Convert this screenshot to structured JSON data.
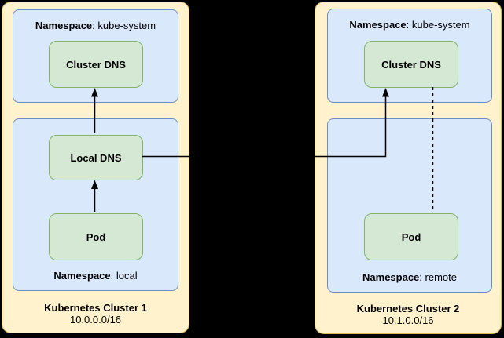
{
  "diagram": {
    "type": "kubernetes-multi-cluster-dns-diagram",
    "colors": {
      "background": "#000000",
      "cluster_fill": "#FFF2CC",
      "cluster_stroke": "#D6B656",
      "namespace_fill": "#DAE8FC",
      "namespace_stroke": "#6C8EBF",
      "node_fill": "#D5E8D4",
      "node_stroke": "#82B366",
      "edge": "#000000",
      "text": "#000000"
    },
    "clusters": [
      {
        "title": "Kubernetes Cluster 1",
        "subnet": "10.0.0.0/16",
        "namespaces": [
          {
            "label": "Namespace",
            "suffix": ": kube-system",
            "name": "kube-system",
            "nodes": [
              {
                "label": "Cluster DNS"
              }
            ]
          },
          {
            "label": "Namespace",
            "suffix": ": local",
            "name": "local",
            "nodes": [
              {
                "label": "Local DNS"
              },
              {
                "label": "Pod"
              }
            ]
          }
        ]
      },
      {
        "title": "Kubernetes Cluster 2",
        "subnet": "10.1.0.0/16",
        "namespaces": [
          {
            "label": "Namespace",
            "suffix": ": kube-system",
            "name": "kube-system",
            "nodes": [
              {
                "label": "Cluster DNS"
              }
            ]
          },
          {
            "label": "Namespace",
            "suffix": ": remote",
            "name": "remote",
            "nodes": [
              {
                "label": "Pod"
              }
            ]
          }
        ]
      }
    ],
    "edges": [
      {
        "from": "cluster1/local/Pod",
        "to": "cluster1/local/Local DNS",
        "style": "solid-arrow"
      },
      {
        "from": "cluster1/local/Local DNS",
        "to": "cluster1/kube-system/Cluster DNS",
        "style": "solid-arrow"
      },
      {
        "from": "cluster1/local/Local DNS",
        "to": "cluster2/kube-system/Cluster DNS",
        "style": "solid-arrow"
      },
      {
        "from": "cluster2/kube-system/Cluster DNS",
        "to": "cluster2/remote/Pod",
        "style": "dashed-line"
      }
    ]
  }
}
